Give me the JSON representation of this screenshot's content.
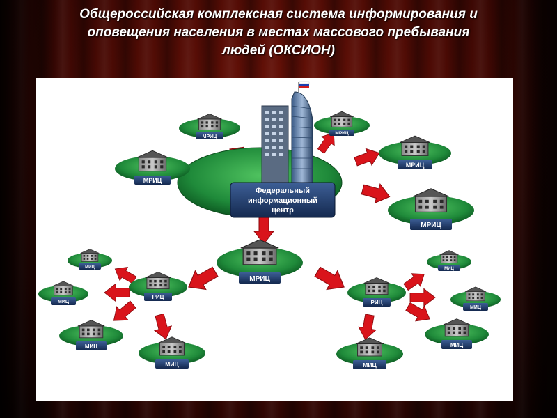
{
  "title": {
    "line1": "Общероссийская комплексная система информирования и",
    "line2": "оповещения населения в местах массового пребывания",
    "line3": "людей (ОКСИОН)"
  },
  "center": {
    "line1": "Федеральный",
    "line2": "информационный",
    "line3": "центр"
  },
  "labels": {
    "mric": "МРИЦ",
    "ric": "РИЦ",
    "mic": "МИЦ"
  },
  "colors": {
    "accent_green": "#1f8a3a",
    "arrow_red": "#d9141b",
    "label_blue": "#1f3d6e"
  }
}
